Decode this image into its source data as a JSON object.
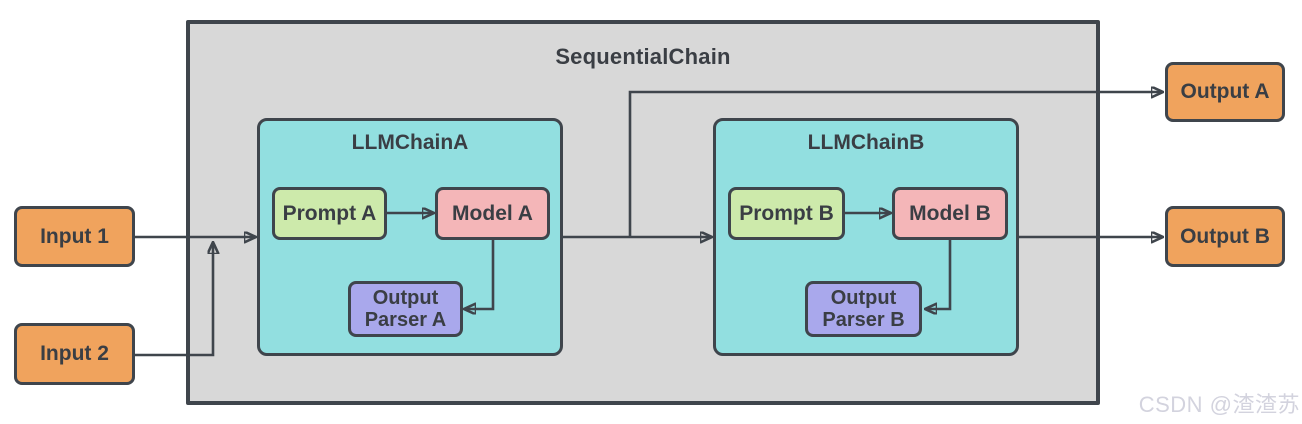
{
  "diagram": {
    "title": "SequentialChain",
    "chains": [
      {
        "title": "LLMChainA",
        "prompt_label": "Prompt A",
        "model_label": "Model A",
        "parser_label": "Output Parser A"
      },
      {
        "title": "LLMChainB",
        "prompt_label": "Prompt B",
        "model_label": "Model B",
        "parser_label": "Output Parser B"
      }
    ],
    "inputs": [
      {
        "label": "Input 1"
      },
      {
        "label": "Input 2"
      }
    ],
    "outputs": [
      {
        "label": "Output A"
      },
      {
        "label": "Output B"
      }
    ]
  },
  "watermark": "CSDN @渣渣苏",
  "colors": {
    "container_fill": "#d8d8d8",
    "chain_fill": "#92dfe0",
    "prompt_fill": "#cdeaab",
    "model_fill": "#f4b6b8",
    "parser_fill": "#a9a8ec",
    "io_fill": "#f0a35d",
    "border_and_arrow": "#3f454c",
    "label_text": "#3a3e44",
    "watermark_text": "#d3d3de",
    "page_background": "#ffffff"
  }
}
